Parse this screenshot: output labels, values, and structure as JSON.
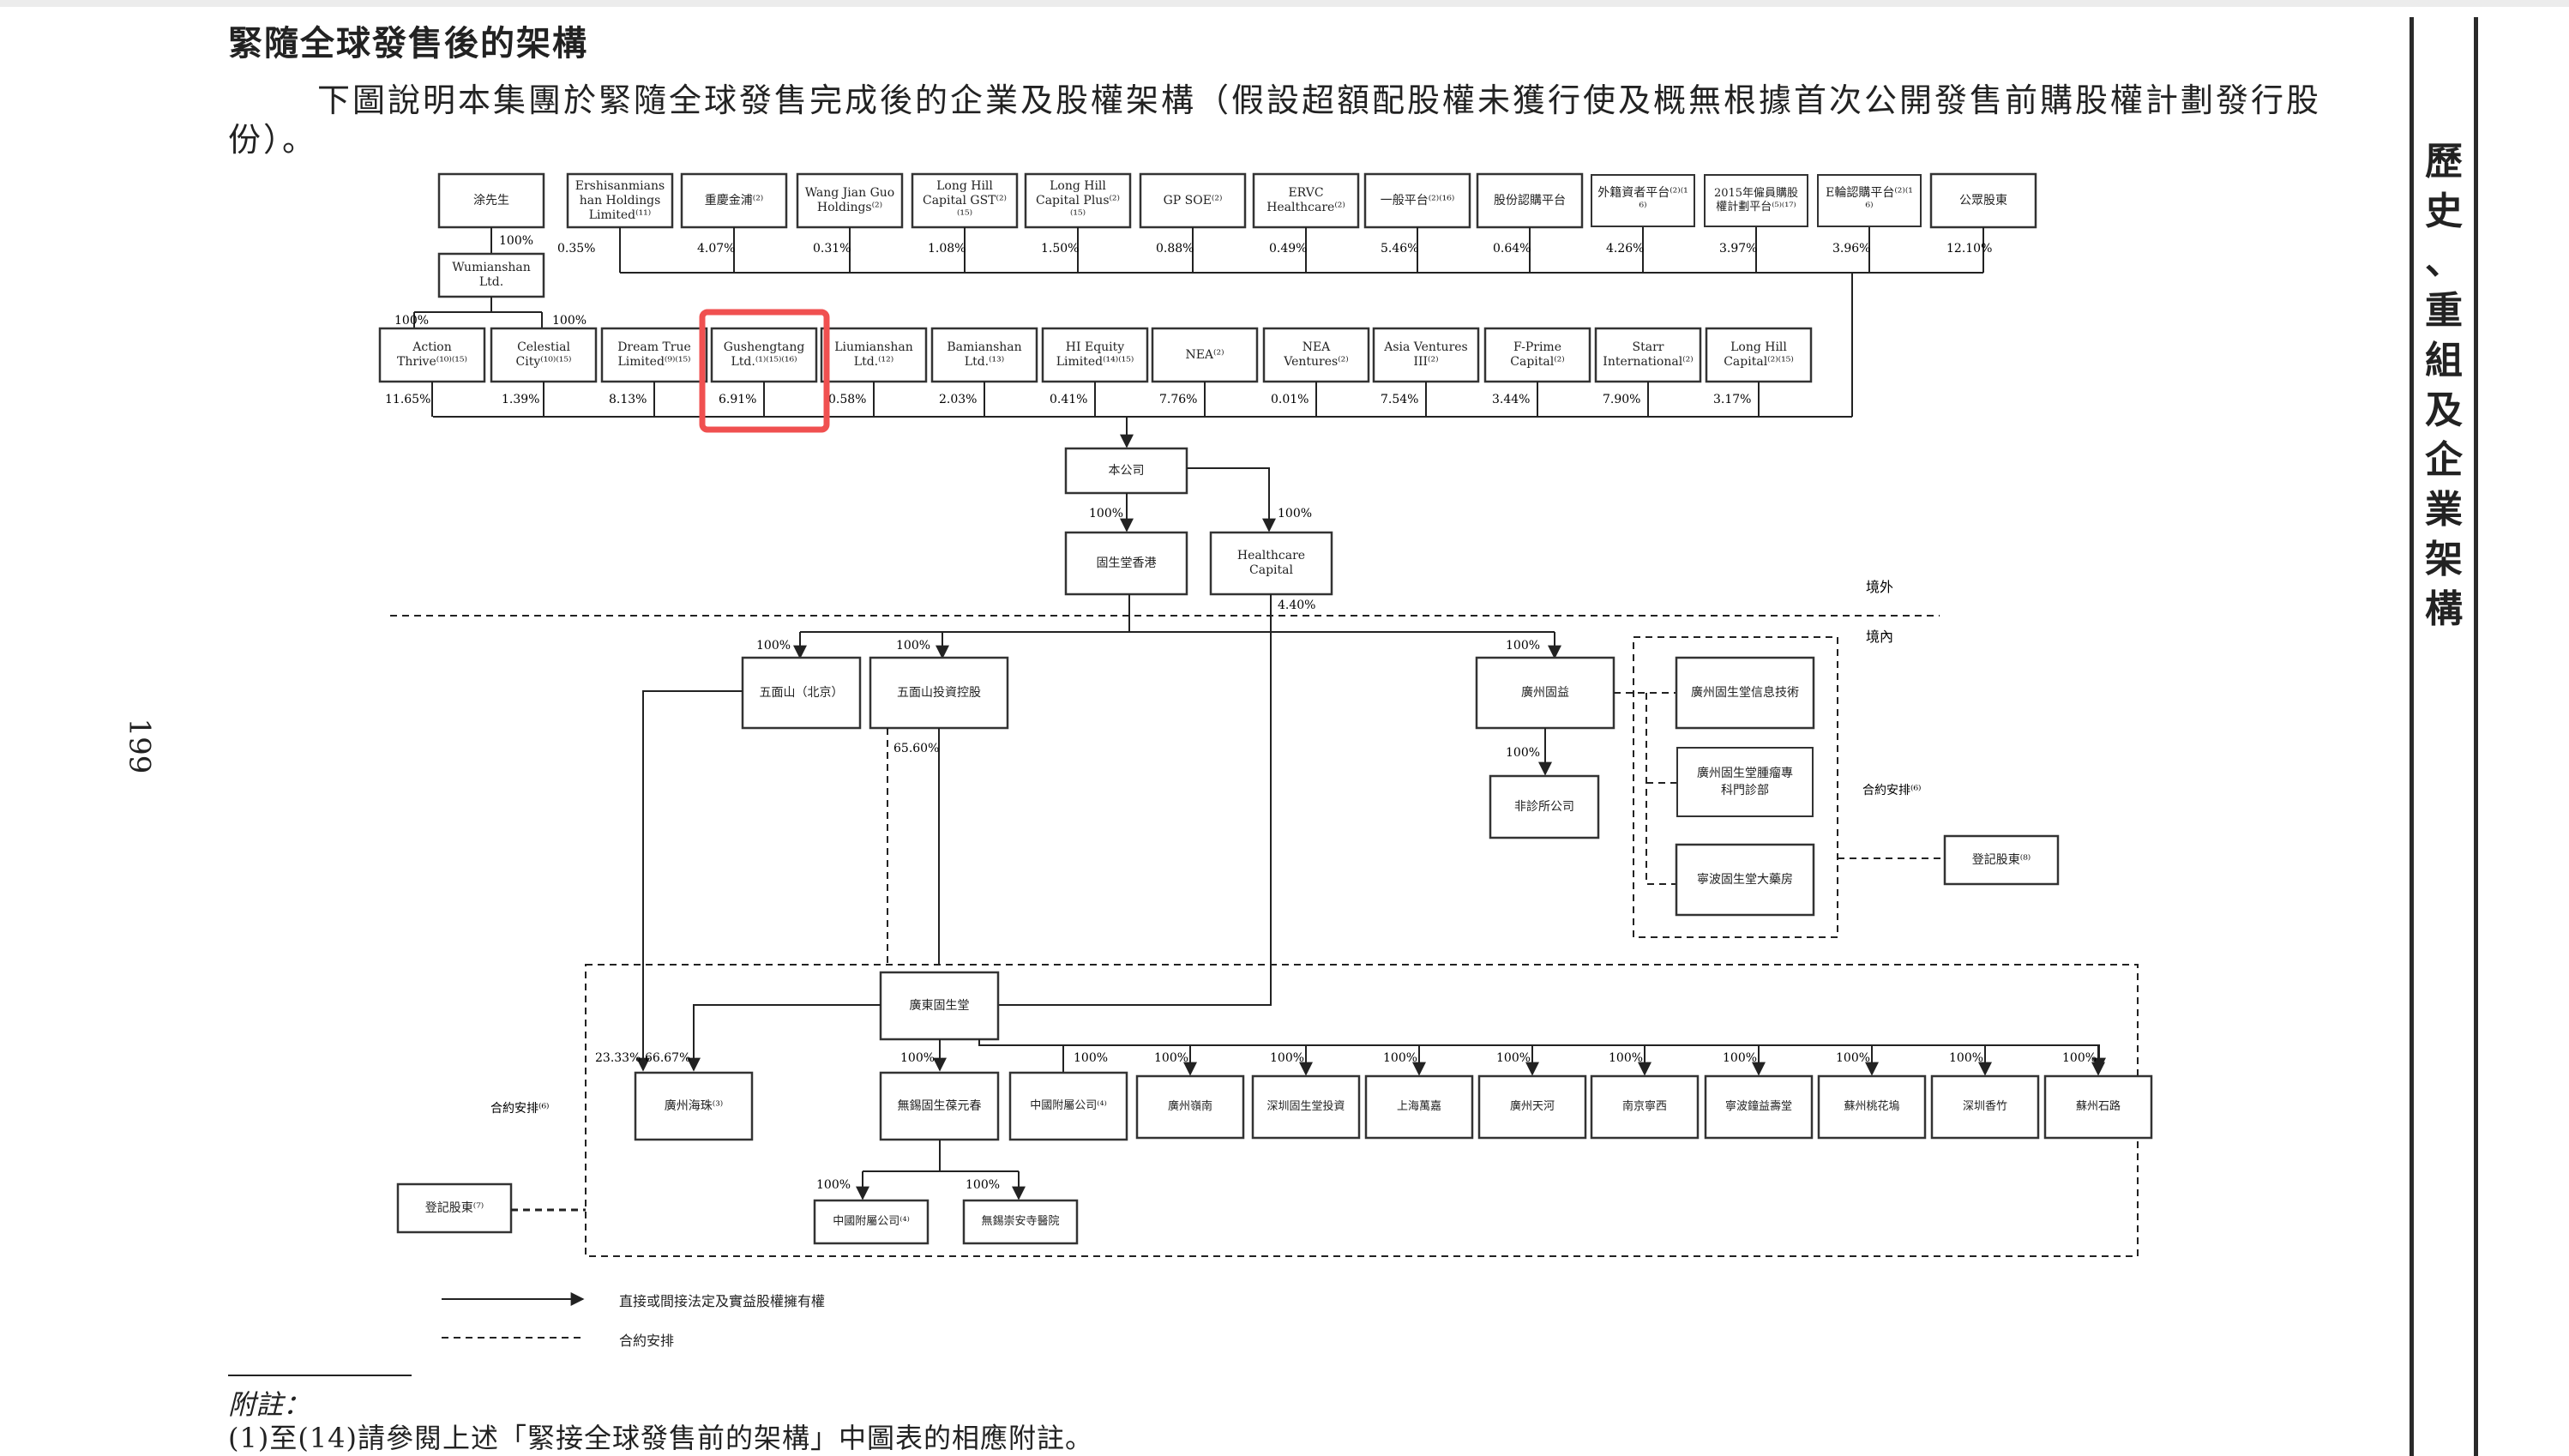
{
  "page": {
    "title": "緊隨全球發售後的架構",
    "intro": "下圖說明本集團於緊隨全球發售完成後的企業及股權架構（假設超額配股權未獲行使及概無根據首次公開發售前購股權計劃發行股份）。",
    "page_number": "199",
    "side_title": [
      "歷",
      "史",
      "、",
      "重",
      "組",
      "及",
      "企",
      "業",
      "架",
      "構"
    ]
  },
  "top_shareholders": [
    {
      "name": "涂先生",
      "pct": ""
    },
    {
      "name": "Ershisanmianshan Holdings Limited⁽¹¹⁾",
      "pct": "0.35%"
    },
    {
      "name": "重慶金浦⁽²⁾",
      "pct": "4.07%"
    },
    {
      "name": "Wang Jian Guo Holdings⁽²⁾",
      "pct": "0.31%"
    },
    {
      "name": "Long Hill Capital GST⁽²⁾⁽¹⁵⁾",
      "pct": "1.08%"
    },
    {
      "name": "Long Hill Capital Plus⁽²⁾⁽¹⁵⁾",
      "pct": "1.50%"
    },
    {
      "name": "GP SOE⁽²⁾",
      "pct": "0.88%"
    },
    {
      "name": "ERVC Healthcare⁽²⁾",
      "pct": "0.49%"
    },
    {
      "name": "一般平台⁽²⁾⁽¹⁶⁾",
      "pct": "5.46%"
    },
    {
      "name": "股份認購平台",
      "pct": "0.64%"
    },
    {
      "name": "外籍資者平台⁽²⁾⁽¹⁶⁾",
      "pct": "4.26%"
    },
    {
      "name": "2015年僱員購股權計劃平台⁽⁵⁾⁽¹⁷⁾",
      "pct": "3.97%"
    },
    {
      "name": "E輪認購平台⁽²⁾⁽¹⁶⁾",
      "pct": "3.96%"
    },
    {
      "name": "公眾股東",
      "pct": "12.10%"
    }
  ],
  "wumianshan": {
    "name": "Wumianshan Ltd.",
    "pct_from_tu": "100%",
    "pct_action": "100%",
    "pct_celestial": "100%"
  },
  "second_row": [
    {
      "name": "Action Thrive⁽¹⁰⁾⁽¹⁵⁾",
      "pct": "11.65%"
    },
    {
      "name": "Celestial City⁽¹⁰⁾⁽¹⁵⁾",
      "pct": "1.39%"
    },
    {
      "name": "Dream True Limited⁽⁹⁾⁽¹⁵⁾",
      "pct": "8.13%"
    },
    {
      "name": "Gushengtang Ltd.⁽¹⁾⁽¹⁵⁾⁽¹⁶⁾",
      "pct": "6.91%"
    },
    {
      "name": "Liumianshan Ltd.⁽¹²⁾",
      "pct": "0.58%"
    },
    {
      "name": "Bamianshan Ltd.⁽¹³⁾",
      "pct": "2.03%"
    },
    {
      "name": "HI Equity Limited⁽¹⁴⁾⁽¹⁵⁾",
      "pct": "0.41%"
    },
    {
      "name": "NEA⁽²⁾",
      "pct": "7.76%"
    },
    {
      "name": "NEA Ventures⁽²⁾",
      "pct": "0.01%"
    },
    {
      "name": "Asia Ventures III⁽²⁾",
      "pct": "7.54%"
    },
    {
      "name": "F-Prime Capital⁽²⁾",
      "pct": "3.44%"
    },
    {
      "name": "Starr International⁽²⁾",
      "pct": "7.90%"
    },
    {
      "name": "Long Hill Capital⁽²⁾⁽¹⁵⁾",
      "pct": "3.17%"
    }
  ],
  "highlight_color": "#f05050",
  "company": {
    "name": "本公司"
  },
  "hk": {
    "name": "固生堂香港",
    "pct": "100%"
  },
  "healthcare_capital": {
    "name": "Healthcare Capital",
    "pct": "100%",
    "pct_down": "4.40%"
  },
  "region_offshore": "境外",
  "region_onshore": "境內",
  "wms_bj": {
    "name": "五面山（北京）",
    "pct": "100%"
  },
  "wms_inv": {
    "name": "五面山投資控股",
    "pct": "100%",
    "pct_down": "65.60%"
  },
  "gz_guyi": {
    "name": "廣州固益",
    "pct": "100%"
  },
  "non_clinic": {
    "name": "非診所公司",
    "pct": "100%"
  },
  "vie_entities": [
    {
      "name": "廣州固生堂信息技術"
    },
    {
      "name": "廣州固生堂腫瘤專科門診部"
    },
    {
      "name": "寧波固生堂大藥房"
    }
  ],
  "contractual_label_right": "合約安排⁽⁶⁾",
  "registered_holder_right": "登記股東⁽⁸⁾",
  "gd_gst": {
    "name": "廣東固生堂"
  },
  "gz_haizhu": {
    "name": "廣州海珠⁽³⁾",
    "pct_left": "23.33%",
    "pct_right": "66.67%"
  },
  "wx_gst": {
    "name": "無錫固生葆元春",
    "pct": "100%"
  },
  "china_sub_1": {
    "name": "中國附屬公司⁽⁴⁾",
    "pct": "100%"
  },
  "subsidiaries": [
    {
      "name": "廣州嶺南",
      "pct": "100%"
    },
    {
      "name": "深圳固生堂投資",
      "pct": "100%"
    },
    {
      "name": "上海萬嘉",
      "pct": "100%"
    },
    {
      "name": "廣州天河",
      "pct": "100%"
    },
    {
      "name": "南京寧西",
      "pct": "100%"
    },
    {
      "name": "寧波鐘益壽堂",
      "pct": "100%"
    },
    {
      "name": "蘇州桃花塢",
      "pct": "100%"
    },
    {
      "name": "深圳香竹",
      "pct": "100%"
    },
    {
      "name": "蘇州石路",
      "pct": "100%"
    }
  ],
  "wx_children": [
    {
      "name": "中國附屬公司⁽⁴⁾",
      "pct": "100%"
    },
    {
      "name": "無錫崇安寺醫院",
      "pct": "100%"
    }
  ],
  "contractual_label_left": "合約安排⁽⁶⁾",
  "registered_holder_left": "登記股東⁽⁷⁾",
  "legend": {
    "solid": "直接或間接法定及實益股權擁有權",
    "dashed": "合約安排"
  },
  "footer": {
    "label": "附註：",
    "note": "(1)至(14)請參閱上述「緊接全球發售前的架構」中圖表的相應附註。"
  }
}
